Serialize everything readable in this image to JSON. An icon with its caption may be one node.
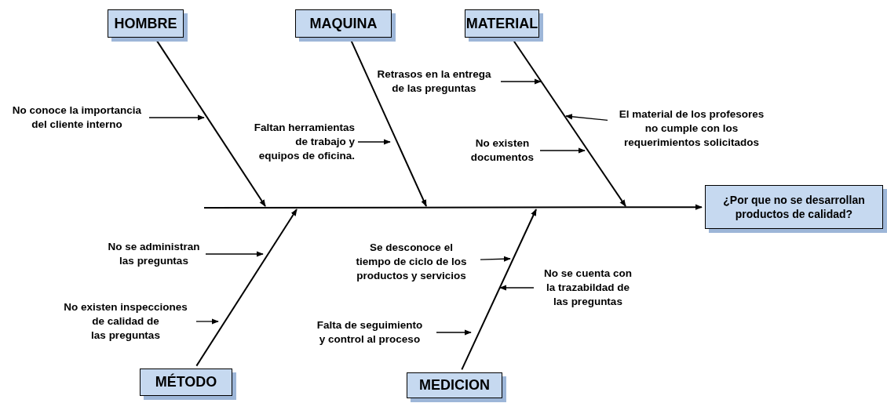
{
  "diagram": {
    "nodes": [
      {
        "text": [
          "HOMBRE"
        ]
      },
      {
        "text": [
          "MAQUINA"
        ]
      },
      {
        "text": [
          "MATERIAL"
        ]
      },
      {
        "text": [
          "¿Por que no se desarrollan productos de calidad?"
        ]
      },
      {
        "text": [
          "MÉTODO"
        ]
      },
      {
        "text": [
          "MEDICION"
        ]
      },
      {
        "text": [
          "No conoce la importancia del cliente interno"
        ]
      },
      {
        "text": [
          "Faltan herramientas de trabajo y equipos de oficina."
        ]
      },
      {
        "text": [
          "Retrasos en la entrega de las preguntas"
        ]
      },
      {
        "text": [
          "El material de los profesores no cumple con los requerimientos solicitados"
        ]
      },
      {
        "text": [
          "No existen documentos"
        ]
      },
      {
        "text": [
          "No se administran las preguntas"
        ]
      },
      {
        "text": [
          "No existen inspecciones de calidad de las preguntas"
        ]
      },
      {
        "text": [
          "Se desconoce el tiempo de ciclo de los productos y servicios"
        ]
      },
      {
        "text": [
          "No se cuenta con la trazabildad de las preguntas"
        ]
      },
      {
        "text": [
          "Falta de seguimiento y control al proceso"
        ]
      }
    ],
    "edges": [
      {
        "from": null,
        "to": 3,
        "arrow": "to"
      },
      {
        "from": 0,
        "to": null,
        "arrow": "to"
      },
      {
        "from": 1,
        "to": null,
        "arrow": "to"
      },
      {
        "from": 2,
        "to": null,
        "arrow": "to"
      },
      {
        "from": 4,
        "to": null,
        "arrow": "to"
      },
      {
        "from": 5,
        "to": null,
        "arrow": "to"
      },
      {
        "from": 6,
        "to": null,
        "arrow": "to"
      },
      {
        "from": 7,
        "to": null,
        "arrow": "to"
      },
      {
        "from": 8,
        "to": null,
        "arrow": "to"
      },
      {
        "from": 9,
        "to": null,
        "arrow": "to"
      },
      {
        "from": 10,
        "to": null,
        "arrow": "to"
      },
      {
        "from": 11,
        "to": null,
        "arrow": "to"
      },
      {
        "from": 12,
        "to": null,
        "arrow": "to"
      },
      {
        "from": 13,
        "to": null,
        "arrow": "to"
      },
      {
        "from": 14,
        "to": null,
        "arrow": "to"
      },
      {
        "from": 15,
        "to": null,
        "arrow": "to"
      }
    ]
  }
}
